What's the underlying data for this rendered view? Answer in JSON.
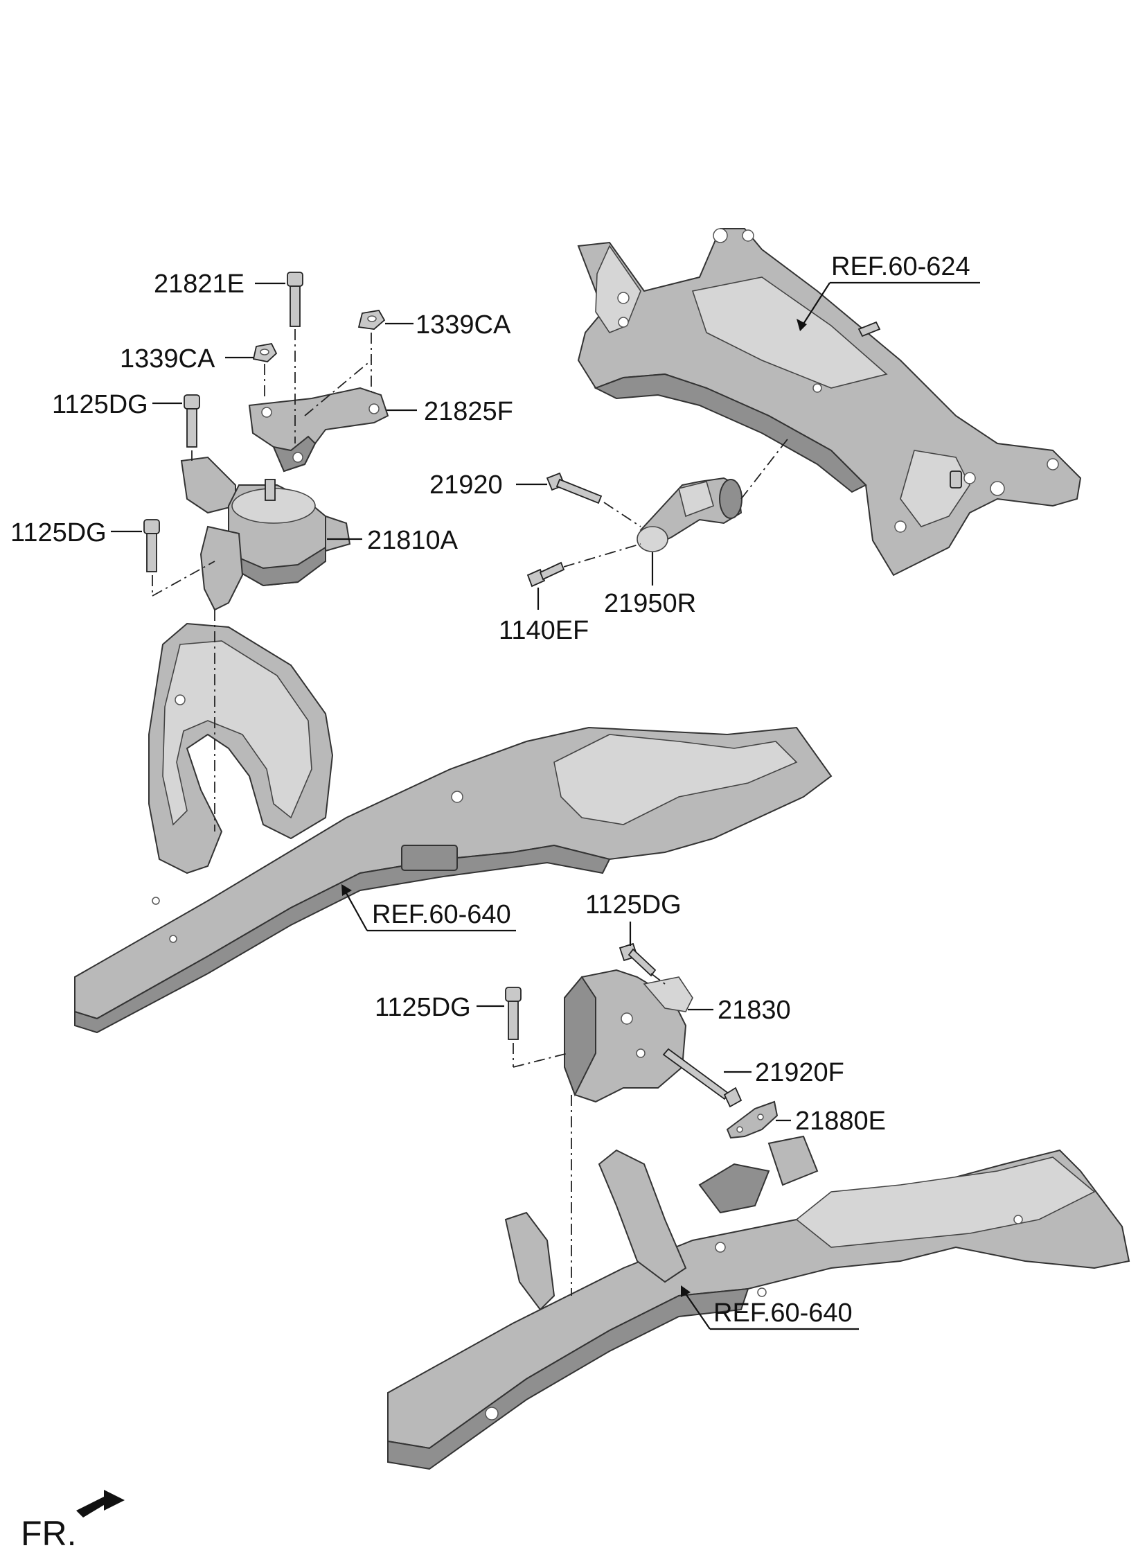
{
  "labels": {
    "p_21821E": "21821E",
    "p_1339CA_upper": "1339CA",
    "p_1339CA_lower": "1339CA",
    "p_1125DG_1": "1125DG",
    "p_21825F": "21825F",
    "p_21920": "21920",
    "p_1125DG_2": "1125DG",
    "p_21810A": "21810A",
    "p_1140EF": "1140EF",
    "p_21950R": "21950R",
    "ref_60_624": "REF.60-624",
    "ref_60_640_upper": "REF.60-640",
    "p_1125DG_3": "1125DG",
    "p_1125DG_4": "1125DG",
    "p_21830": "21830",
    "p_21920F": "21920F",
    "p_21880E": "21880E",
    "ref_60_640_lower": "REF.60-640",
    "front_indicator": "FR."
  },
  "colors": {
    "part_fill": "#b9b9b9",
    "part_shadow": "#8f8f8f",
    "outline": "#333333",
    "text": "#111111"
  },
  "icons": {
    "front_direction": "front-arrow-icon"
  }
}
